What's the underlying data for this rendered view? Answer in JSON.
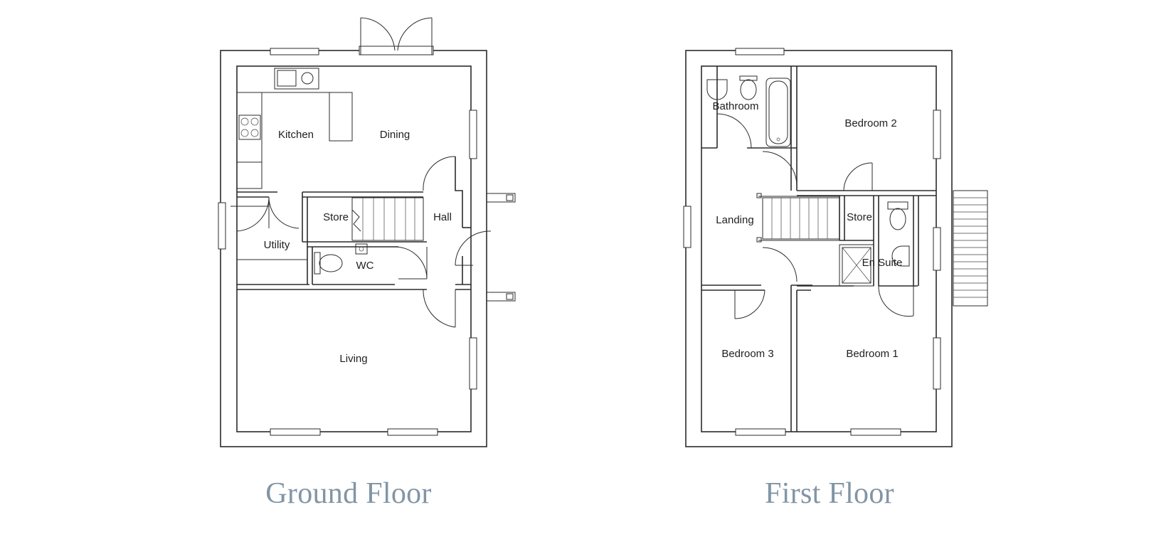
{
  "floors": [
    {
      "title": "Ground Floor",
      "rooms": {
        "kitchen": "Kitchen",
        "dining": "Dining",
        "store": "Store",
        "hall": "Hall",
        "utility": "Utility",
        "wc": "WC",
        "living": "Living"
      }
    },
    {
      "title": "First Floor",
      "rooms": {
        "bathroom": "Bathroom",
        "bedroom2": "Bedroom 2",
        "landing": "Landing",
        "store": "Store",
        "ensuite": "En Suite",
        "bedroom3": "Bedroom 3",
        "bedroom1": "Bedroom 1"
      }
    }
  ],
  "colors": {
    "line": "#2b2b2b",
    "title": "#8295a6",
    "background": "#ffffff"
  }
}
